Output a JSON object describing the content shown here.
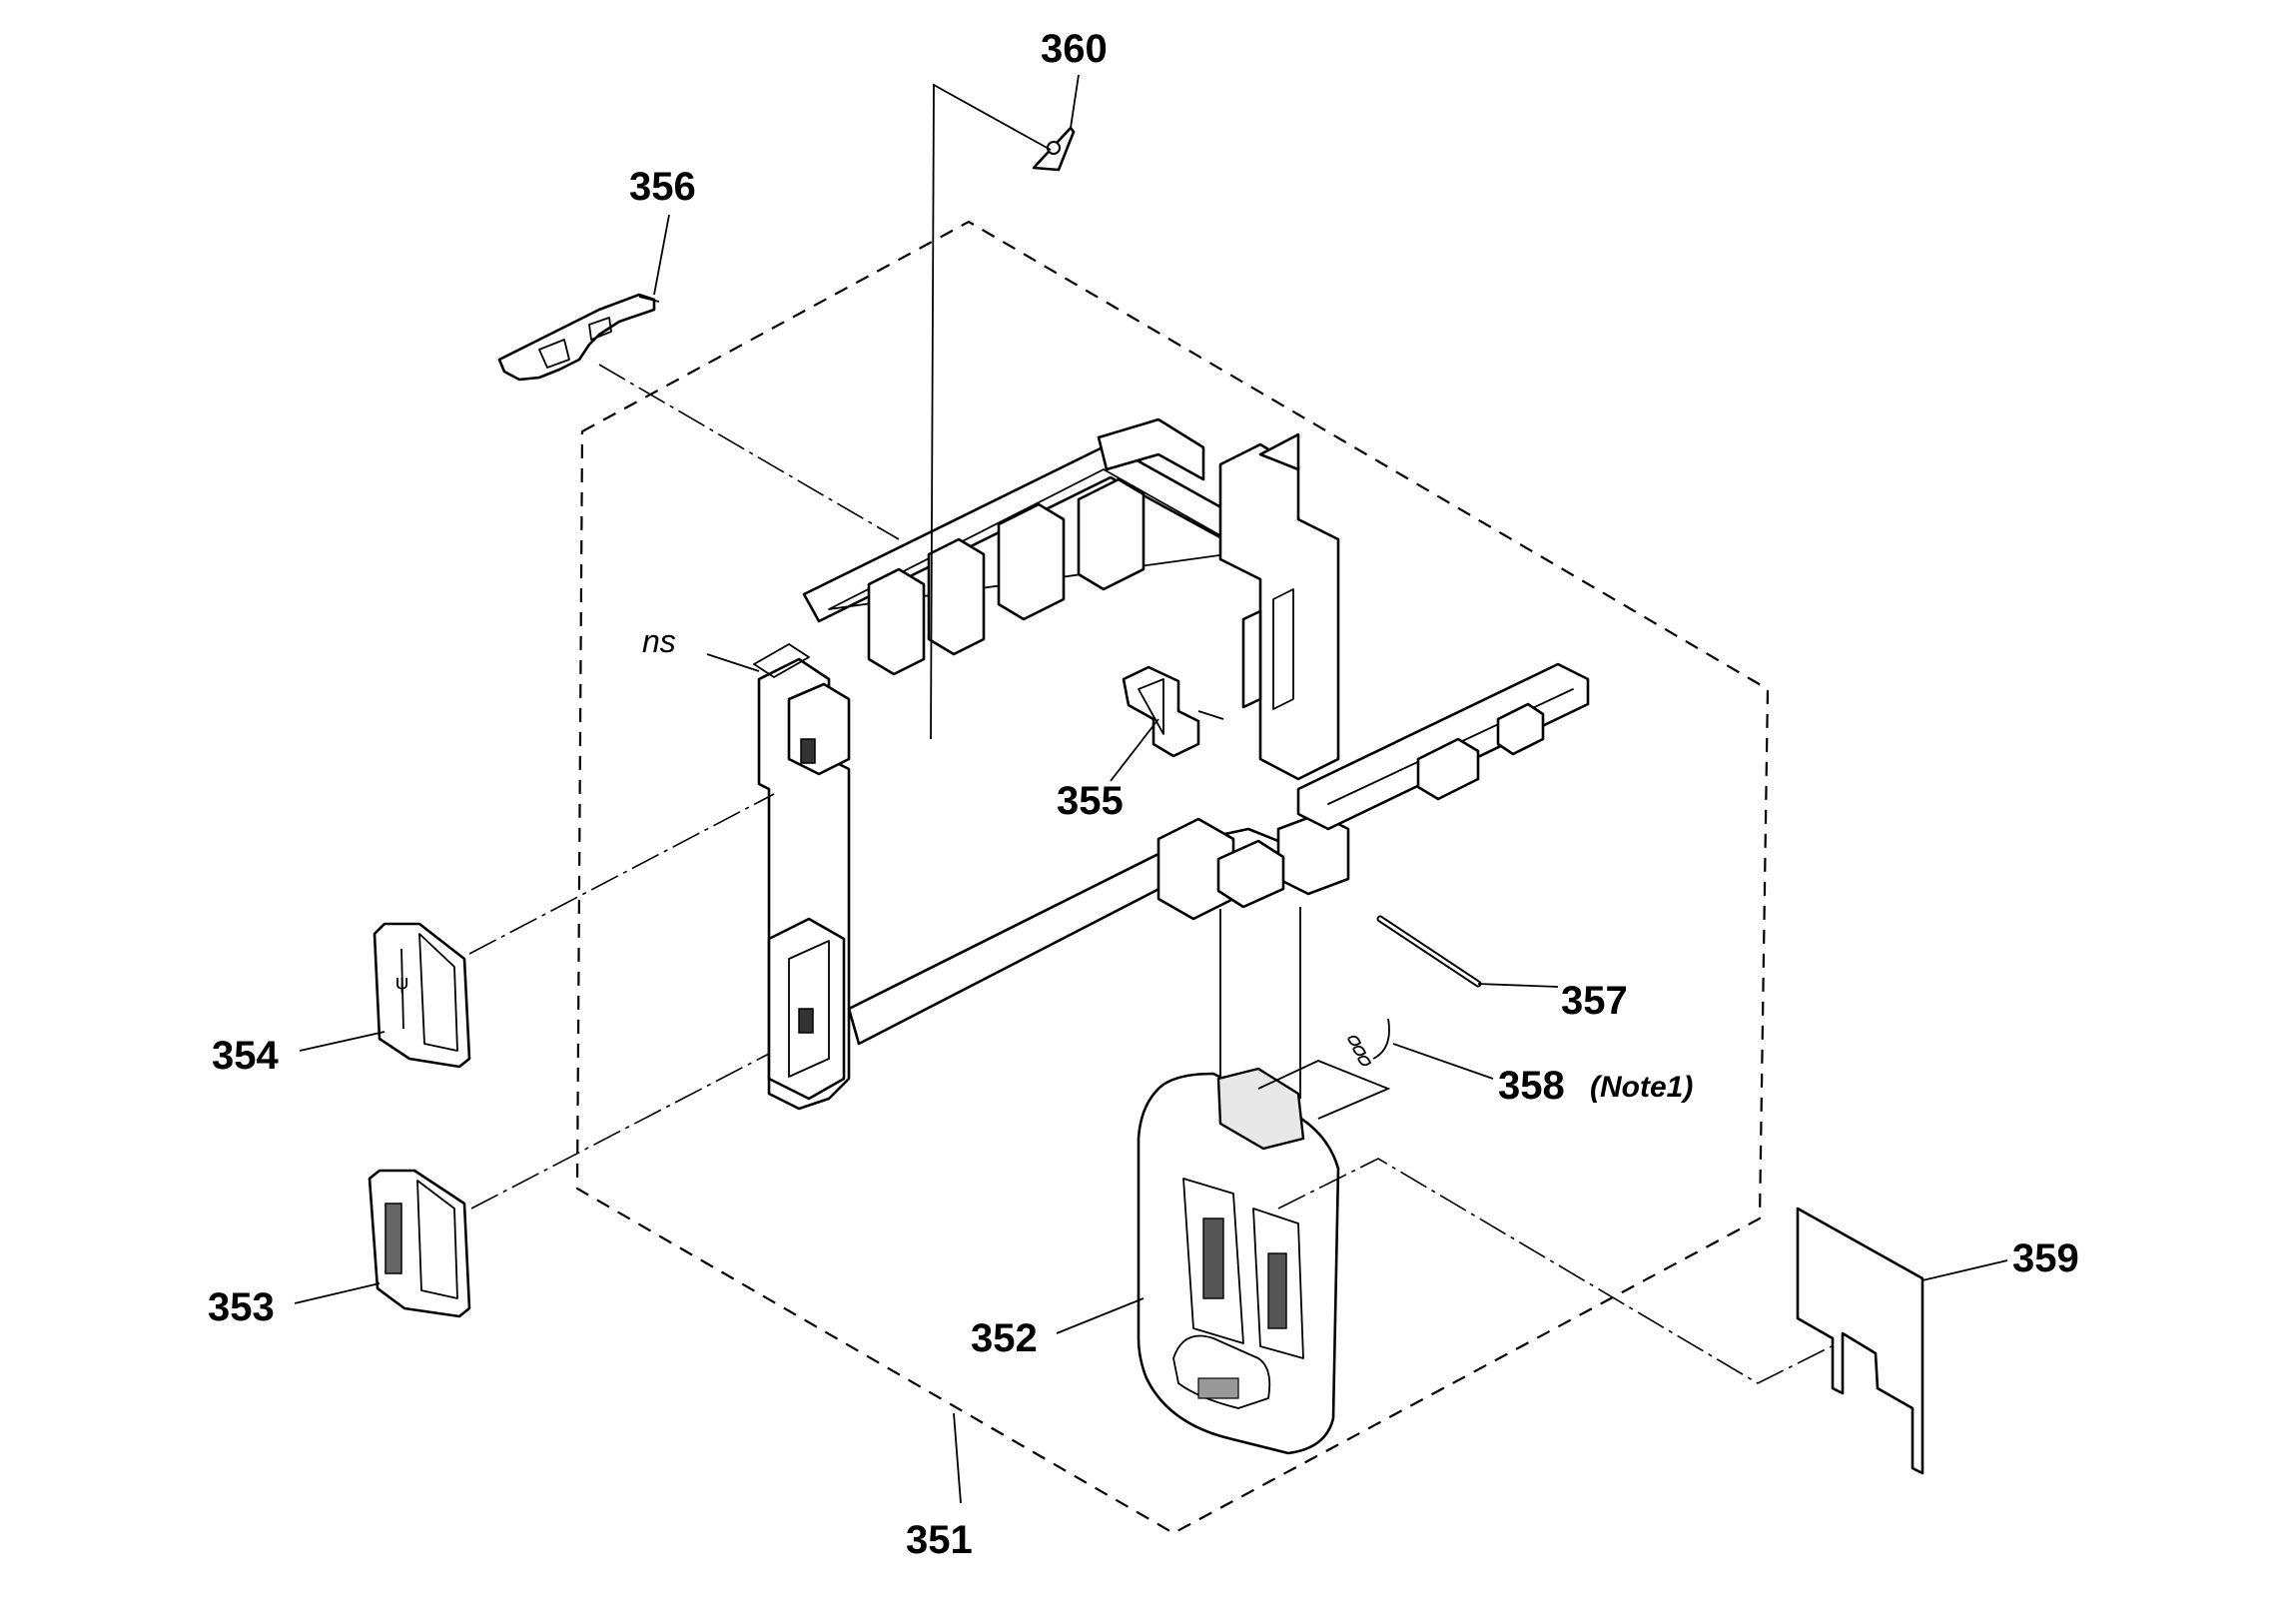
{
  "labels": {
    "p351": "351",
    "p352": "352",
    "p353": "353",
    "p354": "354",
    "p355": "355",
    "p356": "356",
    "p357": "357",
    "p358": "358",
    "p358_note": "(Note1)",
    "p359": "359",
    "p360": "360",
    "ns": "ns"
  }
}
